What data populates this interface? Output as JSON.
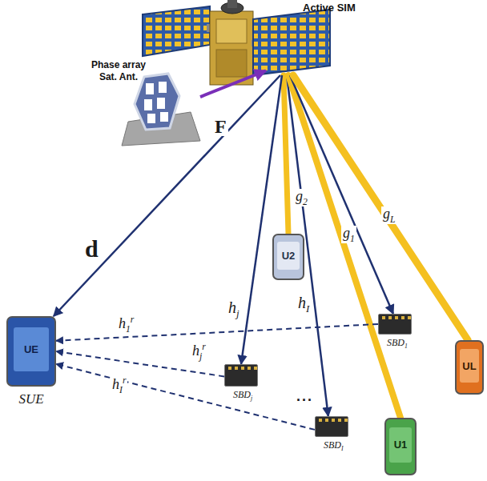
{
  "diagram": {
    "nodes": [
      {
        "text": [
          "Active SIM"
        ]
      },
      {
        "text": [
          "Phase array Sat. Ant."
        ]
      },
      {
        "text": [
          "U2"
        ]
      },
      {
        "text": [
          "UE",
          "SUE"
        ]
      },
      {
        "text": [
          "SBD1"
        ]
      },
      {
        "text": [
          "SBDj"
        ]
      },
      {
        "text": [
          "SBDI"
        ]
      },
      {
        "text": [
          "U1"
        ]
      },
      {
        "text": [
          "UL"
        ]
      }
    ],
    "edges": [
      {
        "from": 1,
        "to": 0,
        "label": "F",
        "arrow": "to"
      },
      {
        "from": 0,
        "to": 3,
        "label": "d",
        "arrow": "to"
      },
      {
        "from": 0,
        "to": 2,
        "label": "g2",
        "arrow": "none"
      },
      {
        "from": 0,
        "to": 5,
        "label": "hj",
        "arrow": "to"
      },
      {
        "from": 0,
        "to": 6,
        "label": "hI",
        "arrow": "to"
      },
      {
        "from": 0,
        "to": 7,
        "label": "g1",
        "arrow": "none"
      },
      {
        "from": 0,
        "to": 4,
        "arrow": "to"
      },
      {
        "from": 0,
        "to": 8,
        "label": "gL",
        "arrow": "none"
      },
      {
        "from": 4,
        "to": 3,
        "label": "h1r",
        "arrow": "to"
      },
      {
        "from": 5,
        "to": 3,
        "label": "hjr",
        "arrow": "to"
      },
      {
        "from": 6,
        "to": 3,
        "label": "hIr",
        "arrow": "to"
      }
    ],
    "labels": [
      "..."
    ]
  }
}
